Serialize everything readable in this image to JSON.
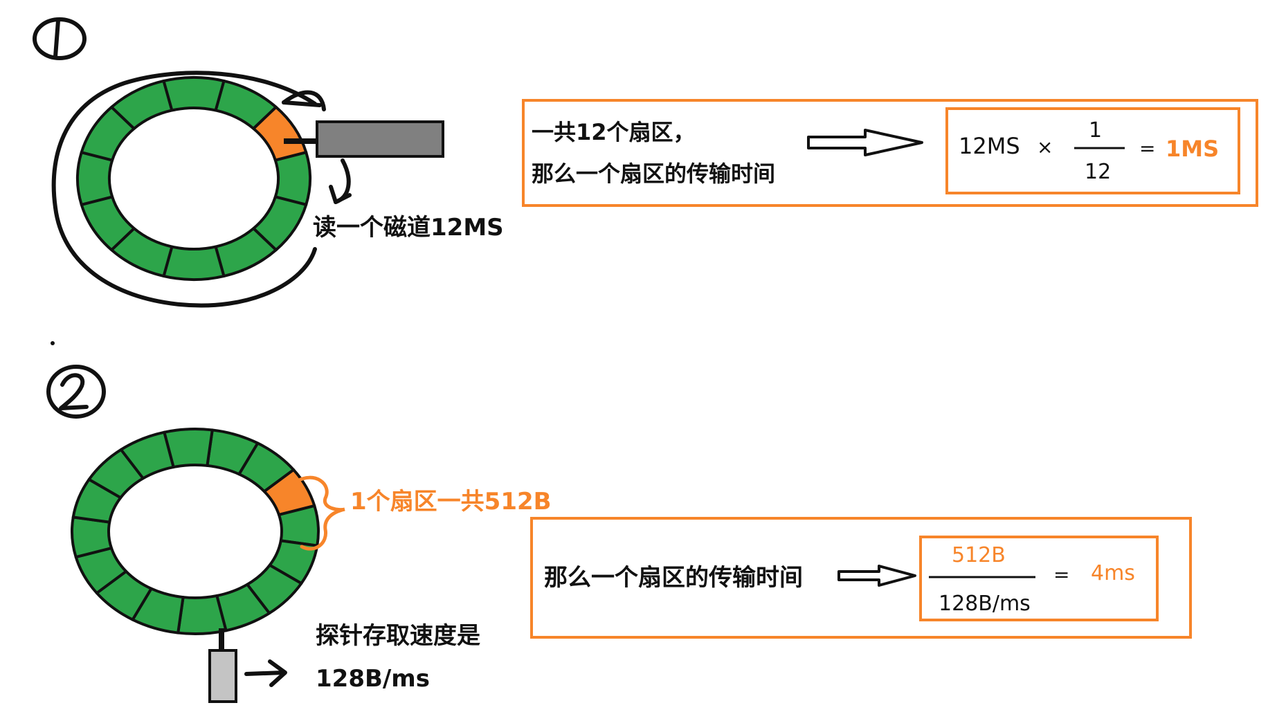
{
  "colors": {
    "sector_green": "#2DA54A",
    "sector_highlight": "#F7852A",
    "accent_orange": "#F7852A",
    "ink": "#111111",
    "head_gray_dark": "#808080",
    "head_gray_light": "#C4C4C4"
  },
  "section1": {
    "marker": "①",
    "sector_count": 12,
    "highlighted_sector": 1,
    "track_label": "读一个磁道12MS",
    "box": {
      "line1": "一共12个扇区，",
      "line2": "那么一个扇区的传输时间",
      "formula": {
        "left": "12MS",
        "times": "×",
        "numerator": "1",
        "denominator": "12",
        "equals": "=",
        "result": "1MS"
      }
    }
  },
  "section2": {
    "marker": "②",
    "sector_count": 16,
    "highlighted_sector": 2,
    "sector_label": "1个扇区一共512B",
    "speed_line1": "探针存取速度是",
    "speed_line2": "128B/ms",
    "box": {
      "line1": "那么一个扇区的传输时间",
      "formula": {
        "numerator": "512B",
        "denominator": "128B/ms",
        "equals": "=",
        "result": "4ms"
      }
    }
  }
}
